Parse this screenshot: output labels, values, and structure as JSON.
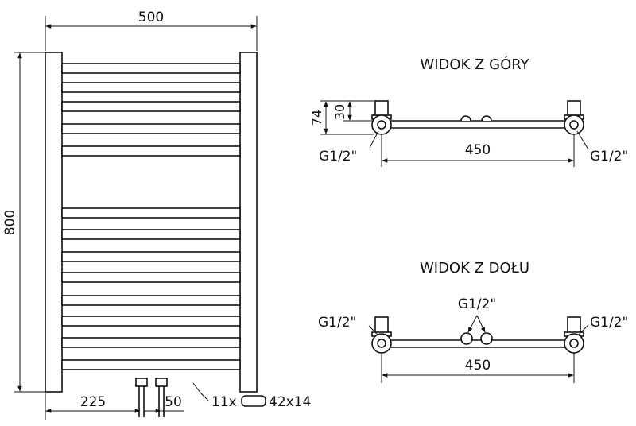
{
  "front_view": {
    "width_label": "500",
    "height_label": "800",
    "offset_label": "225",
    "spacing_label": "50",
    "tubes_label": "11x",
    "tube_size_label": "42x14"
  },
  "top_view": {
    "title": "WIDOK Z GÓRY",
    "depth_label": "74",
    "offset_label": "30",
    "spacing_label": "450",
    "left_thread_label": "G1/2\"",
    "right_thread_label": "G1/2\""
  },
  "bottom_view": {
    "title": "WIDOK Z DOŁU",
    "spacing_label": "450",
    "left_thread_label": "G1/2\"",
    "center_thread_label": "G1/2\"",
    "right_thread_label": "G1/2\""
  },
  "colors": {
    "line": "#111111",
    "background": "#ffffff"
  }
}
